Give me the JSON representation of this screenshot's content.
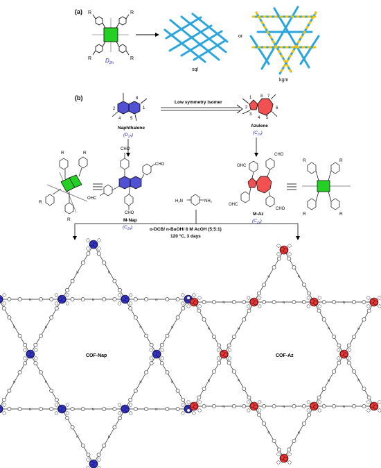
{
  "panel_a": {
    "label": "(a)",
    "symmetry_D": "D",
    "symmetry_sub": "2h",
    "topology_left": "sql",
    "connector": "or",
    "topology_right": "kgm",
    "substituent": "R"
  },
  "panel_b": {
    "label": "(b)",
    "isomer_arrow_text": "Low symmetry isomer",
    "naphthalene": {
      "name": "Naphthalene",
      "sym_main": "D",
      "sym_sub": "2h",
      "positions": [
        "1",
        "2",
        "4",
        "5",
        "8"
      ]
    },
    "azulene": {
      "name": "Azulene",
      "sym_main": "C",
      "sym_sub": "2v",
      "positions": [
        "1",
        "2",
        "3",
        "4",
        "5",
        "6",
        "7",
        "8"
      ]
    },
    "m_nap": {
      "name": "M-Nap",
      "sym_main": "C",
      "sym_sub": "2h",
      "group": "CHO"
    },
    "m_az": {
      "name": "M-Az",
      "sym_main": "C",
      "sym_sub": "2v",
      "group_left": "OHC",
      "group_right": "CHO"
    },
    "linker_left": "H₂N",
    "linker_right": "NH₂",
    "conditions_line1": "o-DCB/ n-BuOH/ 6 M AcOH (5:5:1)",
    "conditions_line2": "120 °C, 3 days",
    "cof_left": "COF-Nap",
    "cof_right": "COF-Az",
    "imine_n": "N"
  },
  "colors": {
    "blue_net": "#2aa6dc",
    "node_yellow": "#f2c200",
    "node_green": "#23d023",
    "nap_blue": "#3333cc",
    "az_red": "#ee3333",
    "sym_blue": "#2222aa"
  }
}
